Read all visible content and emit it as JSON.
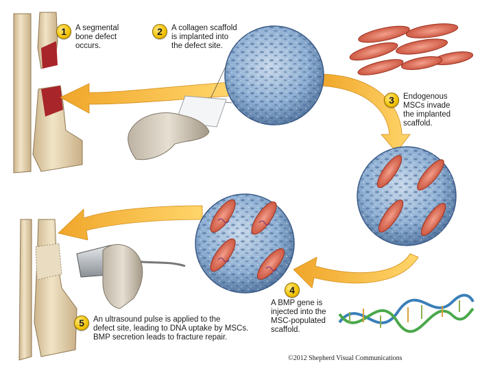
{
  "steps": [
    {
      "number": "1",
      "text": "A segmental\nbone defect\noccurs."
    },
    {
      "number": "2",
      "text": "A collagen scaffold\nis implanted into\nthe defect site."
    },
    {
      "number": "3",
      "text": "Endogenous\nMSCs invade\nthe implanted\nscaffold."
    },
    {
      "number": "4",
      "text": "A BMP gene is\ninjected into the\nMSC-populated\nscaffold."
    },
    {
      "number": "5",
      "text": "An ultrasound pulse is applied to the\ndefect site, leading to DNA uptake by MSCs.\nBMP secretion leads to fracture repair."
    }
  ],
  "credit": "©2012 Shepherd Visual Communications",
  "colors": {
    "arrow": "#f4b73a",
    "bone": "#e8d7b3",
    "scaffold": "#7fa0c8",
    "cell": "#e06b55",
    "defect": "#a8252a",
    "badge": "#f2c200"
  }
}
